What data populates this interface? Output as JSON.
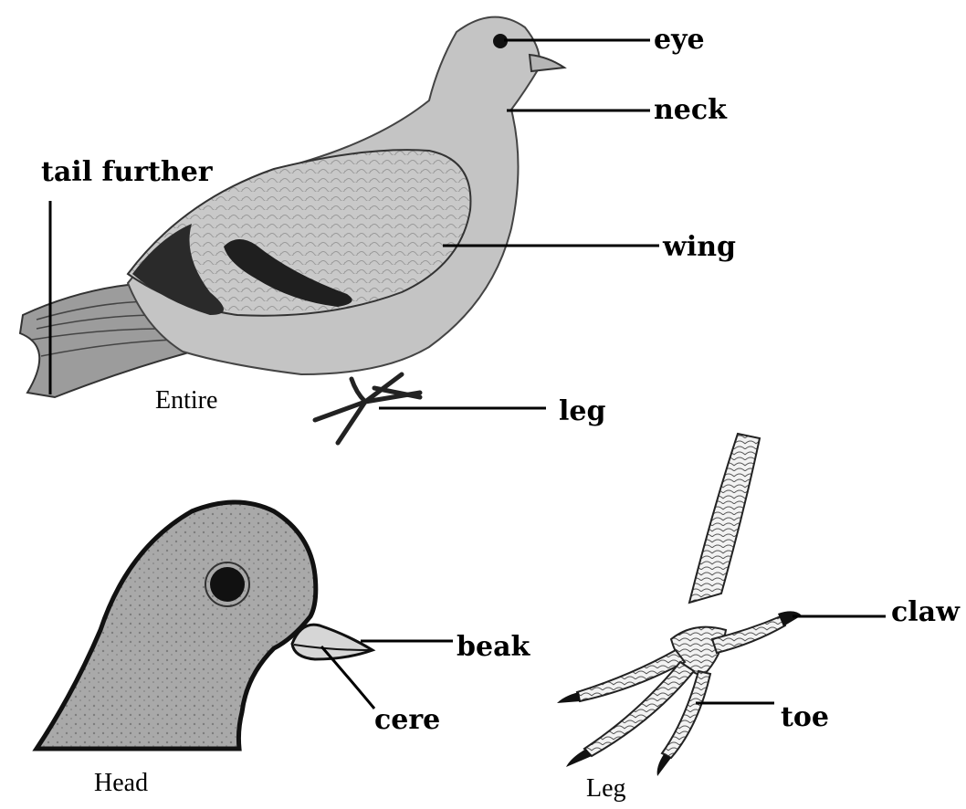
{
  "labels": {
    "eye": "eye",
    "neck": "neck",
    "tail_feather": "tail further",
    "wing": "wing",
    "leg": "leg",
    "beak": "beak",
    "cere": "cere",
    "claw": "claw",
    "toe": "toe"
  },
  "captions": {
    "entire": "Entire",
    "head": "Head",
    "leg": "Leg"
  }
}
